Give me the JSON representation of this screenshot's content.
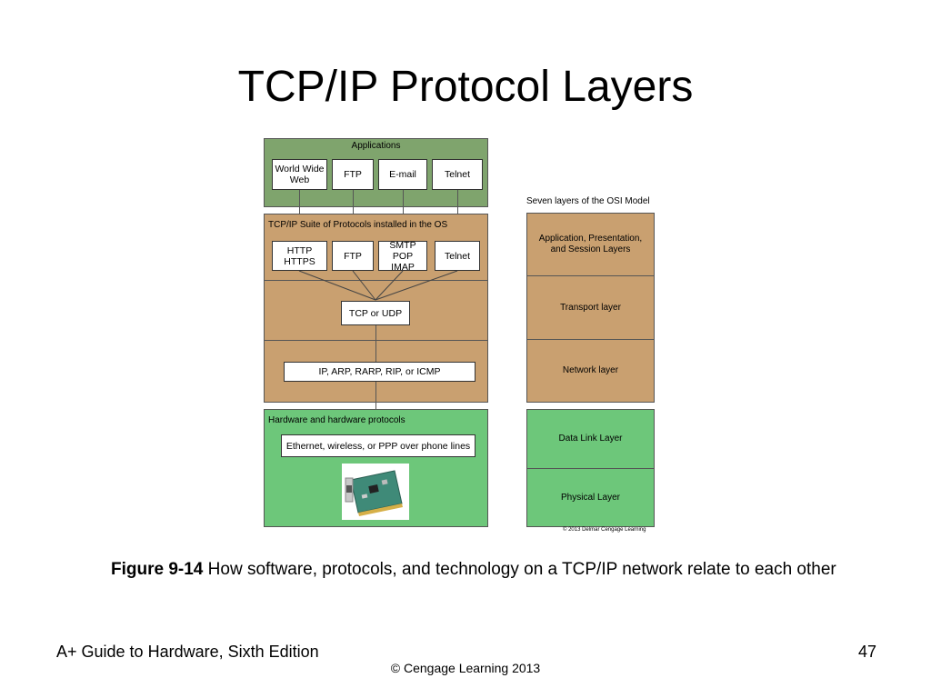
{
  "slide_title": "TCP/IP Protocol Layers",
  "diagram": {
    "applications": {
      "label": "Applications",
      "items": [
        "World Wide\nWeb",
        "FTP",
        "E-mail",
        "Telnet"
      ]
    },
    "suite": {
      "label": "TCP/IP Suite of Protocols installed in the OS",
      "app_protocols": [
        "HTTP\nHTTPS",
        "FTP",
        "SMTP\nPOP IMAP",
        "Telnet"
      ],
      "transport": "TCP or UDP",
      "network": "IP, ARP, RARP, RIP, or ICMP"
    },
    "hardware": {
      "label": "Hardware and hardware protocols",
      "protocols": "Ethernet, wireless, or PPP over phone lines",
      "image_name": "network-interface-card"
    },
    "osi": {
      "heading": "Seven layers of the OSI Model",
      "layers": [
        "Application, Presentation,\nand Session Layers",
        "Transport layer",
        "Network layer",
        "Data Link Layer",
        "Physical Layer"
      ],
      "credit": "© 2013 Delmar Cengage Learning"
    },
    "colors": {
      "applications": "#7fa46d",
      "suite": "#c9a070",
      "hardware": "#6dc77a"
    }
  },
  "caption": {
    "number": "Figure 9-14",
    "text": "How software, protocols, and technology on a TCP/IP network relate to each other"
  },
  "footer": {
    "book": "A+ Guide to Hardware, Sixth Edition",
    "page": "47",
    "copyright": "© Cengage Learning  2013"
  }
}
